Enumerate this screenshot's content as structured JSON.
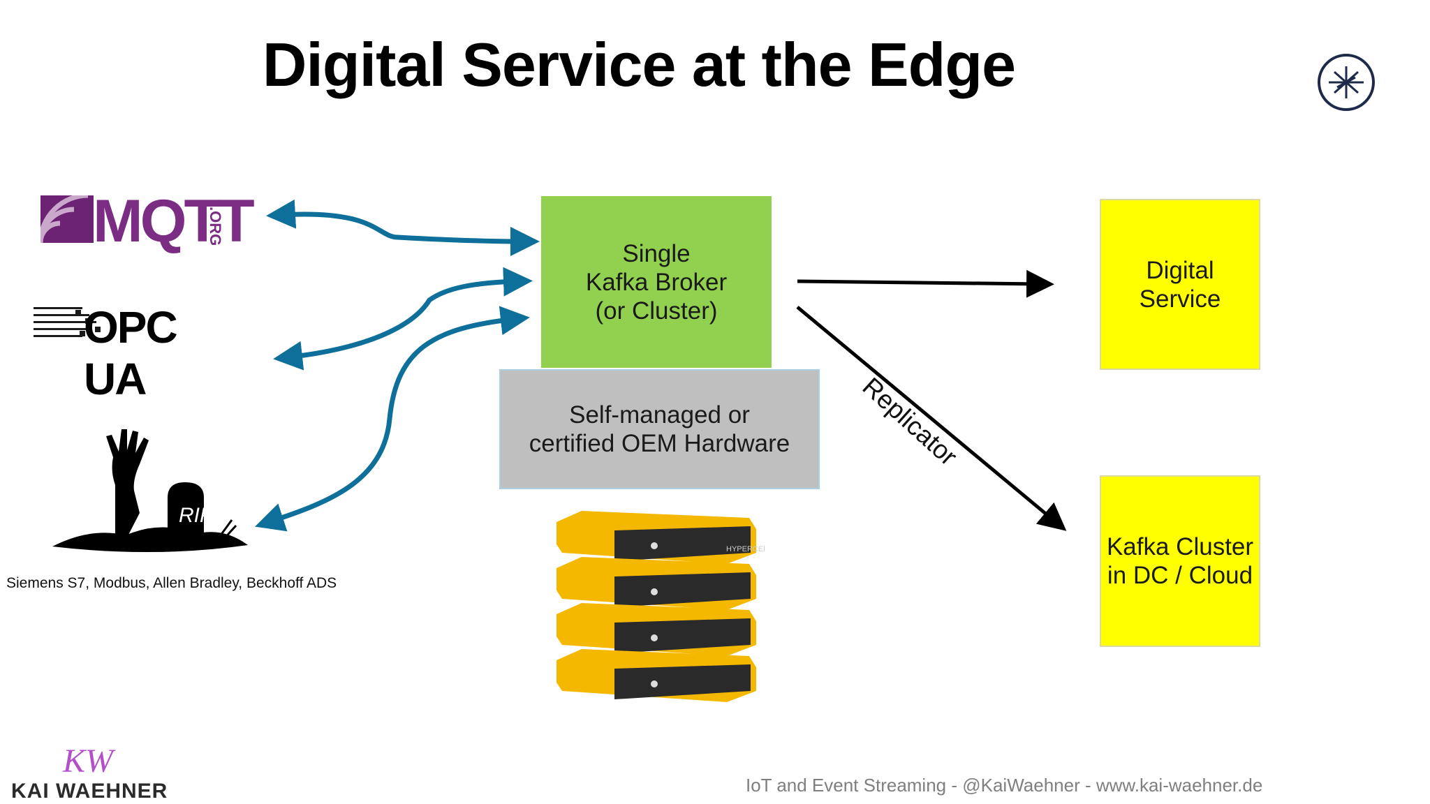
{
  "title": "Digital Service at the Edge",
  "nodes": {
    "broker": "Single\nKafka Broker\n(or Cluster)",
    "hardware": "Self-managed or\ncertified OEM Hardware",
    "digital_service": "Digital\nService",
    "cloud_cluster": "Kafka Cluster\nin DC / Cloud"
  },
  "logos": {
    "mqtt": "MQTT",
    "mqtt_suffix": ".ORG",
    "opcua": "OPC UA",
    "rip": "RIP",
    "brand_initials": "KW",
    "brand_name": "KAI WAEHNER",
    "server_label": "HYPERCELL"
  },
  "labels": {
    "protocols": "Siemens S7, Modbus, Allen Bradley, Beckhoff ADS",
    "replicator": "Replicator",
    "footer": "IoT and Event Streaming - @KaiWaehner - www.kai-waehner.de"
  },
  "colors": {
    "broker": "#92d050",
    "hardware": "#bfbfbf",
    "targets": "#ffff00",
    "connector_arrows": "#0e6f9a",
    "mqtt": "#7b2c83",
    "server": "#f5b800"
  },
  "icons": {
    "top_right": "confluent-logo-icon",
    "legacy": "zombie-hand-grave-icon"
  }
}
